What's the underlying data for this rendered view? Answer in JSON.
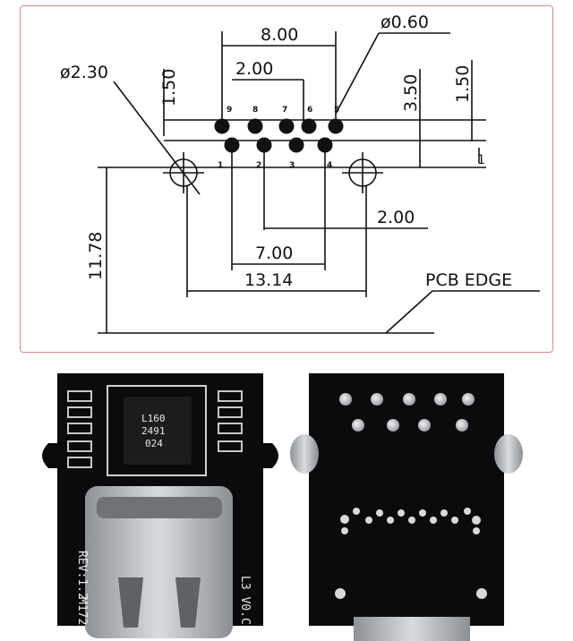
{
  "drawing": {
    "dims": {
      "pitch_8": "8.00",
      "hole_small": "ø0.60",
      "hole_large": "ø2.30",
      "v_1_50_left": "1.50",
      "pitch_2_top": "2.00",
      "v_3_50": "3.50",
      "v_1_50_right": "1.50",
      "h_2_00_bottom": "2.00",
      "h_7_00": "7.00",
      "h_13_14": "13.14",
      "v_11_78": "11.78",
      "pcb_edge": "PCB EDGE",
      "marker_1": "1"
    },
    "pins_top": [
      "9",
      "8",
      "7",
      "6",
      "5"
    ],
    "pins_bottom": [
      "1",
      "2",
      "3",
      "4"
    ]
  },
  "front_board": {
    "chip_lines": [
      "L160",
      "2491",
      "024"
    ],
    "rev": "REV:1.2",
    "model": "M172",
    "version": "L3 V0.C"
  },
  "colors": {
    "frame": "#d98c8c",
    "pcb": "#0b0b0d",
    "silkscreen": "#e8e8e8",
    "metal": "#b8bcc0"
  }
}
